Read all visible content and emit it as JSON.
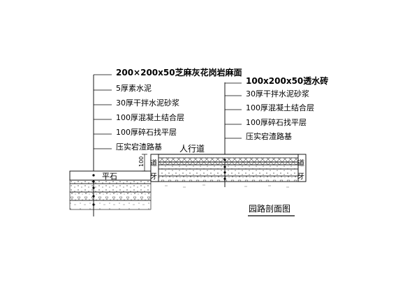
{
  "drawing": {
    "title": "园路剖面图",
    "left_callouts": [
      "200×200x50芝麻灰花岗岩麻面",
      "5厚素水泥",
      "30厚干拌水泥砂浆",
      "100厚混凝土结合层",
      "100厚碎石找平层",
      "压实宕渣路基"
    ],
    "right_callouts": [
      "100x200x50透水砖",
      "30厚干拌水泥砂浆",
      "100厚混凝土结合层",
      "100厚碎石找平层",
      "压实宕渣路基"
    ],
    "labels": {
      "sidewalk": "人行道",
      "flat_stone": "平石",
      "curb_char_1": "道",
      "curb_char_2": "牙",
      "dimension": "100"
    },
    "colors": {
      "line": "#000000",
      "hatch": "#555555"
    }
  }
}
